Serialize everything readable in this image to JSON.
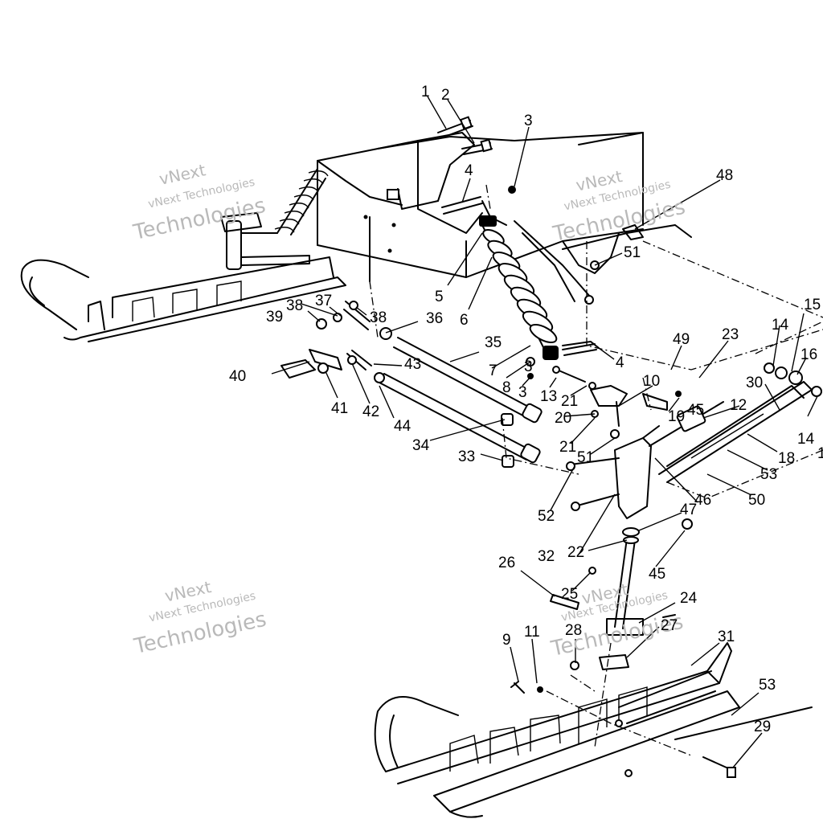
{
  "watermark": {
    "brand": "vNext",
    "name": "vNext Technologies",
    "word": "Technologies"
  },
  "labels": {
    "p1": "1",
    "p2": "2",
    "p3a": "3",
    "p3b": "3",
    "p3c": "3",
    "p4a": "4",
    "p4b": "4",
    "p5": "5",
    "p6": "6",
    "p7": "7",
    "p8": "8",
    "p9": "9",
    "p10": "10",
    "p11": "11",
    "p12": "12",
    "p13": "13",
    "p14a": "14",
    "p14b": "14",
    "p15": "15",
    "p16": "16",
    "p17": "1",
    "p18": "18",
    "p19": "19",
    "p20": "20",
    "p21a": "21",
    "p21b": "21",
    "p22": "22",
    "p23": "23",
    "p24": "24",
    "p25": "25",
    "p26": "26",
    "p27": "27",
    "p28": "28",
    "p29": "29",
    "p30": "30",
    "p31": "31",
    "p32": "32",
    "p33": "33",
    "p34": "34",
    "p35": "35",
    "p36": "36",
    "p37": "37",
    "p38a": "38",
    "p38b": "38",
    "p39": "39",
    "p40": "40",
    "p41": "41",
    "p42": "42",
    "p43": "43",
    "p44": "44",
    "p45a": "45",
    "p45b": "45",
    "p46": "46",
    "p47": "47",
    "p48": "48",
    "p49": "49",
    "p50": "50",
    "p51a": "51",
    "p51b": "51",
    "p52": "52",
    "p53a": "53",
    "p53b": "53"
  }
}
